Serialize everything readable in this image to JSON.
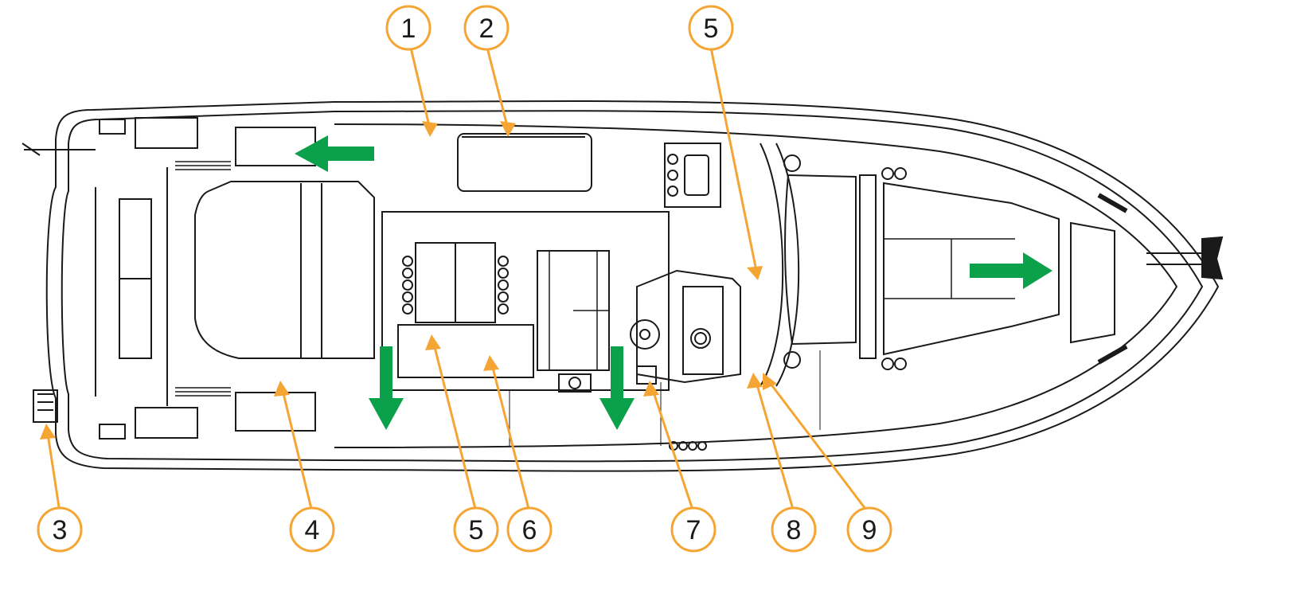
{
  "diagram": {
    "callouts": [
      {
        "id": "c1",
        "label": "1"
      },
      {
        "id": "c2",
        "label": "2"
      },
      {
        "id": "c3",
        "label": "3"
      },
      {
        "id": "c4",
        "label": "4"
      },
      {
        "id": "c5a",
        "label": "5"
      },
      {
        "id": "c5b",
        "label": "5"
      },
      {
        "id": "c6",
        "label": "6"
      },
      {
        "id": "c7",
        "label": "7"
      },
      {
        "id": "c8",
        "label": "8"
      },
      {
        "id": "c9",
        "label": "9"
      }
    ],
    "colors": {
      "callout": "#F5A533",
      "arrow": "#0BA04A",
      "outline": "#1a1a1a",
      "background": "#ffffff"
    },
    "direction_arrows": [
      {
        "id": "a-left",
        "direction": "left"
      },
      {
        "id": "a-down-1",
        "direction": "down"
      },
      {
        "id": "a-down-2",
        "direction": "down"
      },
      {
        "id": "a-right",
        "direction": "right"
      }
    ]
  }
}
